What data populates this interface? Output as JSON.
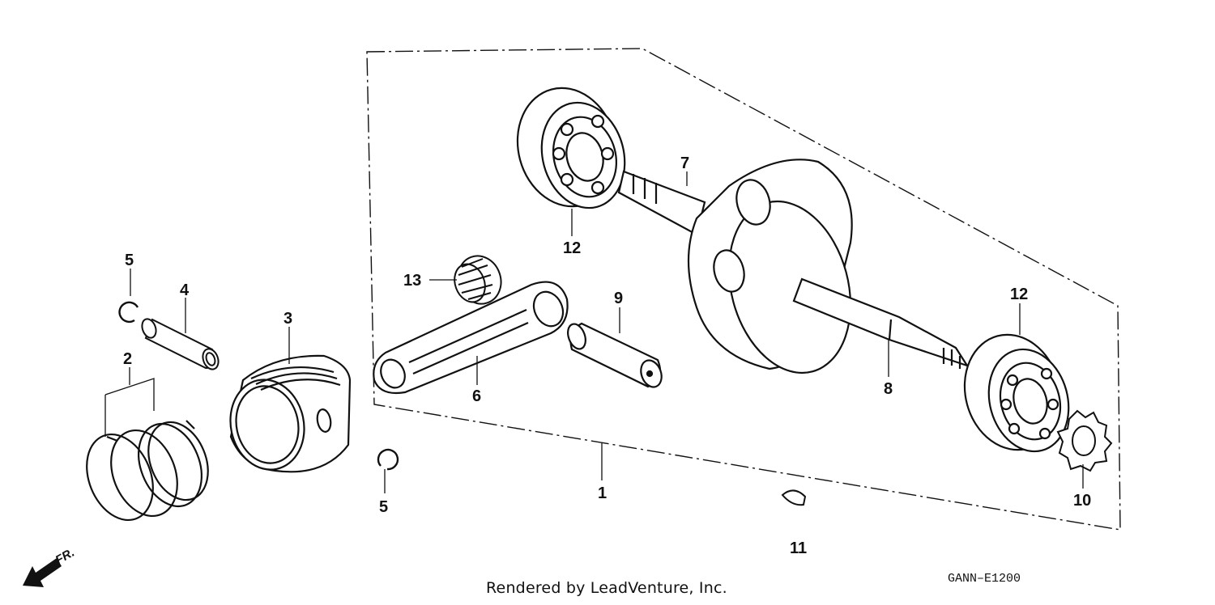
{
  "callouts": {
    "p1": "1",
    "p2": "2",
    "p3": "3",
    "p4": "4",
    "p5a": "5",
    "p5b": "5",
    "p6": "6",
    "p7": "7",
    "p8": "8",
    "p9": "9",
    "p10": "10",
    "p11": "11",
    "p12a": "12",
    "p12b": "12",
    "p13": "13"
  },
  "direction_label": "FR.",
  "footer": "Rendered by LeadVenture, Inc.",
  "diagram_code": "GANN–E1200",
  "icons": [
    "front-direction-arrow-icon"
  ]
}
